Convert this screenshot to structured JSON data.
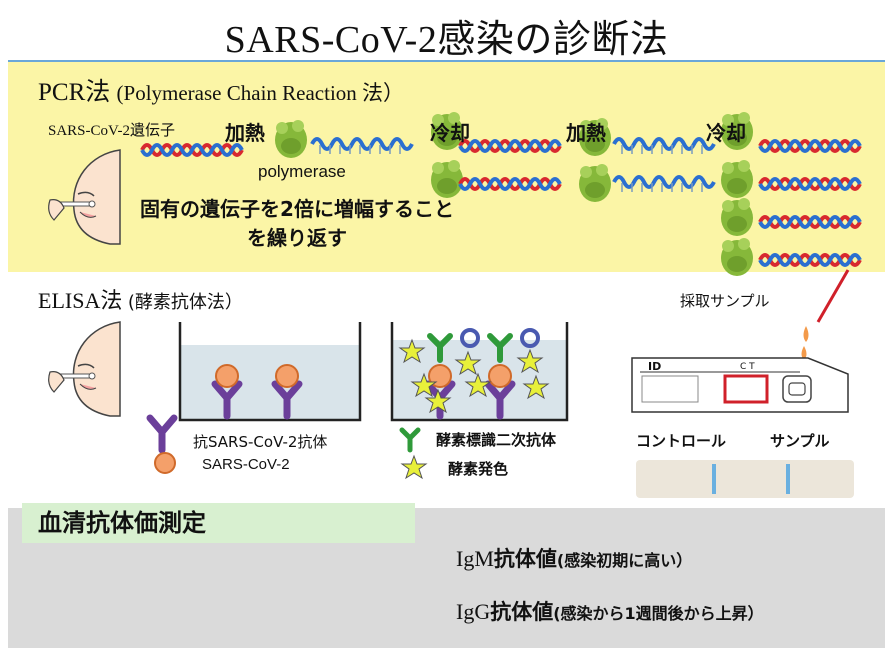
{
  "title": "SARS-CoV-2感染の診断法",
  "pcr": {
    "heading": "PCR法",
    "heading_sub": "(Polymerase Chain Reaction 法）",
    "gene_label": "SARS-CoV-2遺伝子",
    "heat1": "加熱",
    "cool1": "冷却",
    "heat2": "加熱",
    "cool2": "冷却",
    "enzyme_label": "polymerase",
    "description_line1": "固有の遺伝子を2倍に増幅すること",
    "description_line2": "を繰り返す"
  },
  "elisa": {
    "heading": "ELISA法",
    "heading_sub": "(酵素抗体法）",
    "antibody_label": "抗SARS-CoV-2抗体",
    "antigen_label": "SARS-CoV-2",
    "secondary_label": "酵素標識二次抗体",
    "color_label": "酵素発色",
    "sample_label": "採取サンプル",
    "device_id": "ID",
    "device_ct": "C T",
    "control_label": "コントロール",
    "sample_line_label": "サンプル"
  },
  "serum": {
    "heading": "血清抗体価測定",
    "igm_name": "IgM",
    "igm_value": "抗体値",
    "igm_note": "(感染初期に高い）",
    "igg_name": "IgG",
    "igg_value": "抗体値",
    "igg_note": "(感染から1週間後から上昇）"
  },
  "colors": {
    "pcr_background": "#fbf5a6",
    "polymerase_green": "#86b83a",
    "dna_red": "#d8292f",
    "dna_blue": "#2a6fd0",
    "antibody_purple": "#6b3f9a",
    "secondary_antibody_green": "#2f9a3a",
    "star_yellow": "#e8f03a",
    "serum_background": "#dadada",
    "serum_heading_bg": "#d8f0d0",
    "highlight_red": "#d0202a"
  }
}
